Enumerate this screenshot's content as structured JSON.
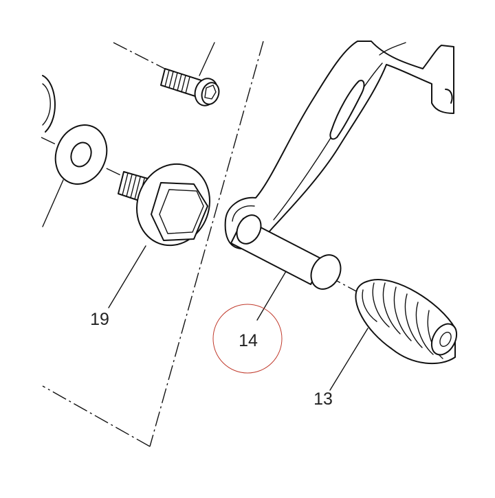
{
  "callouts": [
    {
      "label": "19"
    },
    {
      "label": "14",
      "highlighted": true
    },
    {
      "label": "13"
    }
  ],
  "colors": {
    "line": "#111111",
    "highlight_circle": "#c0392b",
    "background": "#ffffff"
  }
}
